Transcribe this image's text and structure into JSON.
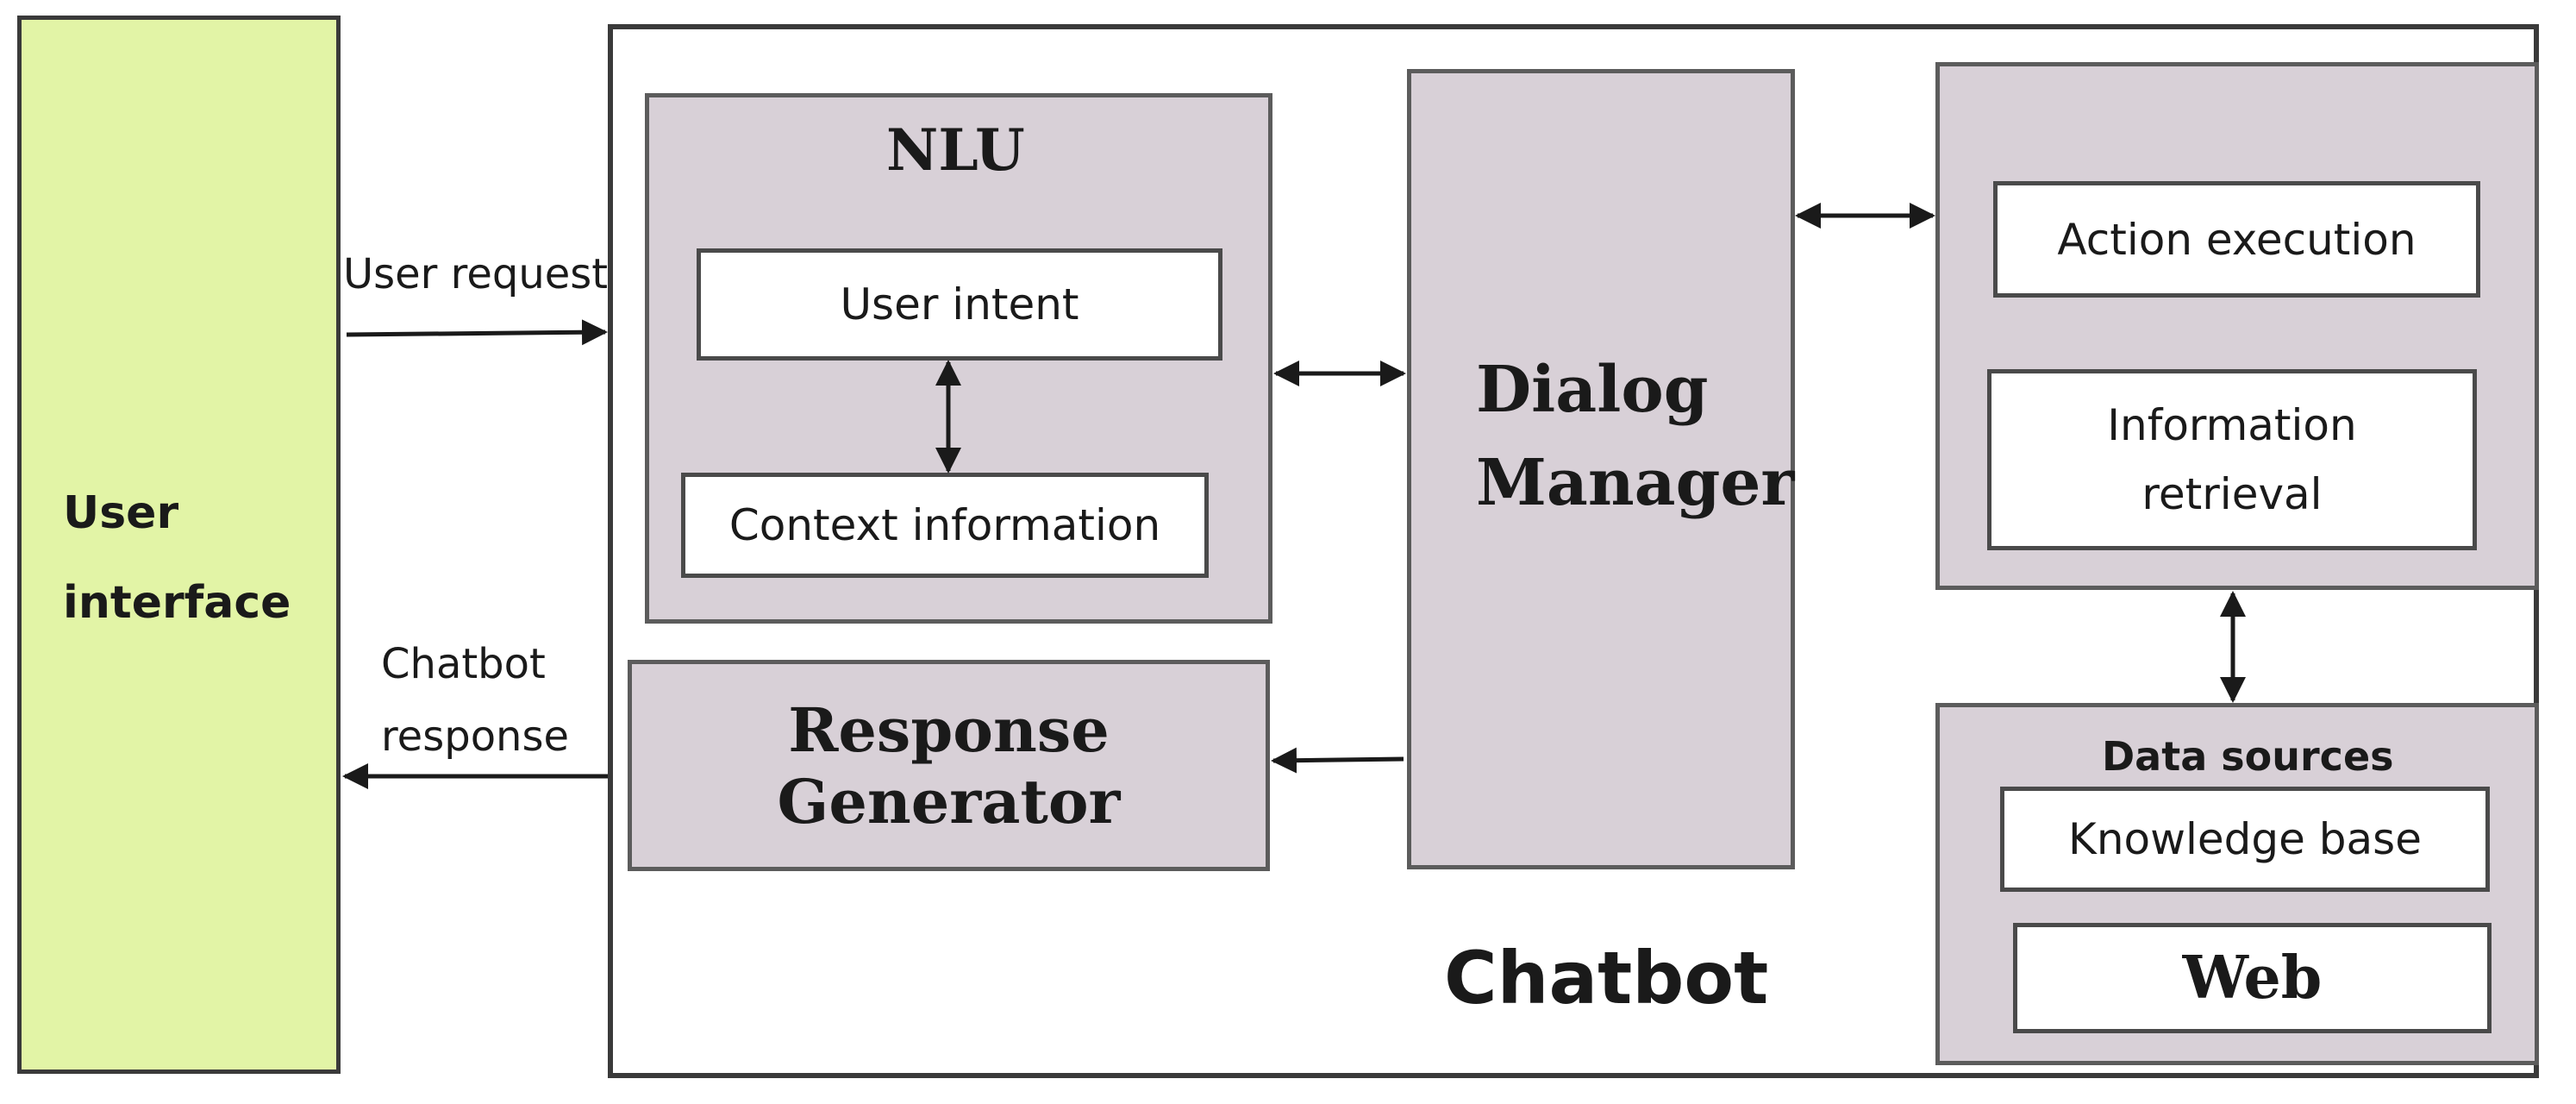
{
  "user_interface": {
    "line1": "User",
    "line2": "interface"
  },
  "chatbot": {
    "title": "Chatbot"
  },
  "nlu": {
    "title": "NLU",
    "user_intent": "User intent",
    "context_information": "Context information"
  },
  "dialog_manager": {
    "line1": "Dialog",
    "line2": "Manager"
  },
  "response_generator": {
    "title": "Response Generator"
  },
  "actions": {
    "action_execution": "Action execution",
    "info_line1": "Information",
    "info_line2": "retrieval"
  },
  "data_sources": {
    "title": "Data sources",
    "knowledge_base": "Knowledge base",
    "web": "Web"
  },
  "edges": {
    "user_request": "User request",
    "chatbot_response_line1": "Chatbot",
    "chatbot_response_line2": "response"
  },
  "colors": {
    "user_interface_fill": "#e2f4a6",
    "module_fill": "#d8d0d7",
    "border": "#3a3a3a"
  }
}
